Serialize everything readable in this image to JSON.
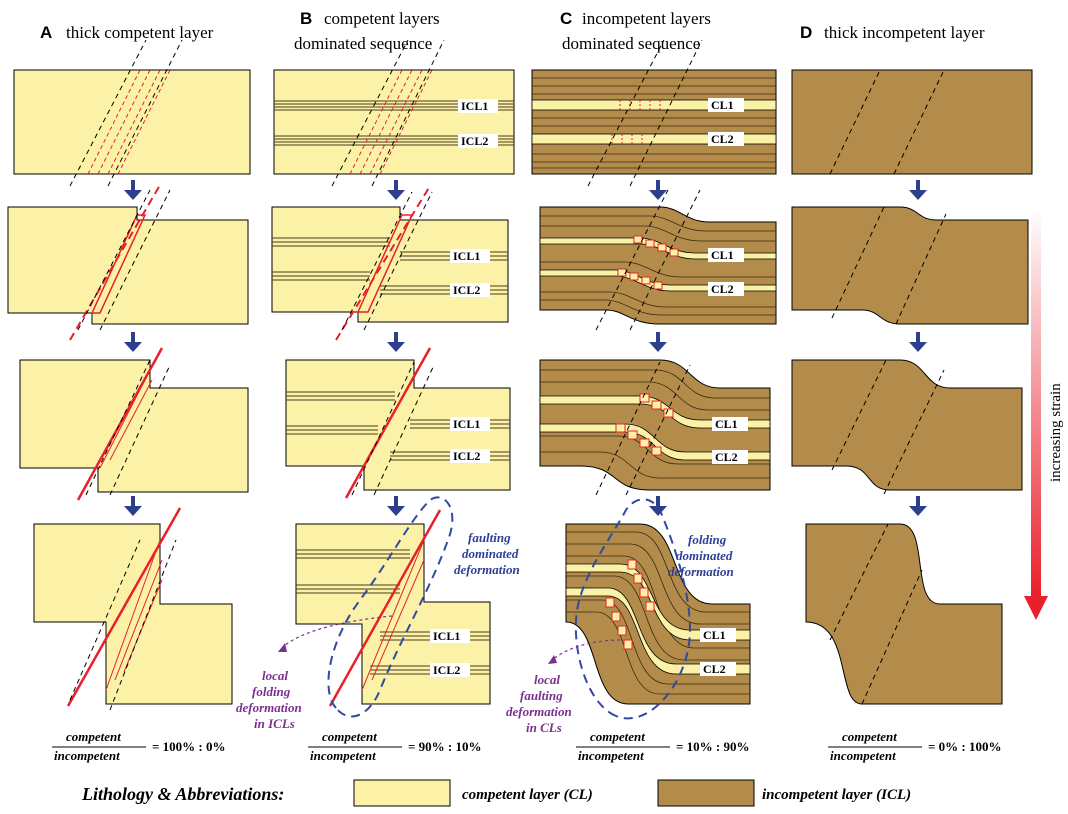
{
  "columns": [
    {
      "letter": "A",
      "title_lines": [
        "thick competent layer"
      ]
    },
    {
      "letter": "B",
      "title_lines": [
        "competent layers",
        "dominated sequence"
      ]
    },
    {
      "letter": "C",
      "title_lines": [
        "incompetent layers",
        "dominated sequence"
      ]
    },
    {
      "letter": "D",
      "title_lines": [
        "thick incompetent layer"
      ]
    }
  ],
  "layer_labels": {
    "icl1": "ICL1",
    "icl2": "ICL2",
    "cl1": "CL1",
    "cl2": "CL2"
  },
  "annotations": {
    "faulting": [
      "faulting",
      "dominated",
      "deformation"
    ],
    "folding": [
      "folding",
      "dominated",
      "deformation"
    ],
    "local_folding": [
      "local",
      "folding",
      "deformation",
      "in ICLs"
    ],
    "local_faulting": [
      "local",
      "faulting",
      "deformation",
      "in CLs"
    ]
  },
  "ratios": [
    {
      "numerator": "competent",
      "denominator": "incompetent",
      "value": "= 100% : 0%"
    },
    {
      "numerator": "competent",
      "denominator": "incompetent",
      "value": "= 90% : 10%"
    },
    {
      "numerator": "competent",
      "denominator": "incompetent",
      "value": "= 10% : 90%"
    },
    {
      "numerator": "competent",
      "denominator": "incompetent",
      "value": "= 0% : 100%"
    }
  ],
  "strain_label": "increasing strain",
  "legend": {
    "title": "Lithology & Abbreviations:",
    "competent": "competent layer (CL)",
    "incompetent": "incompetent layer (ICL)"
  },
  "colors": {
    "competent": "#fbf2a8",
    "incompetent": "#b38c4b",
    "fault_red": "#e8202a",
    "arrow_blue": "#2c3f8f",
    "zone_blue": "#2f4aa0",
    "purple": "#7b2f8f"
  }
}
